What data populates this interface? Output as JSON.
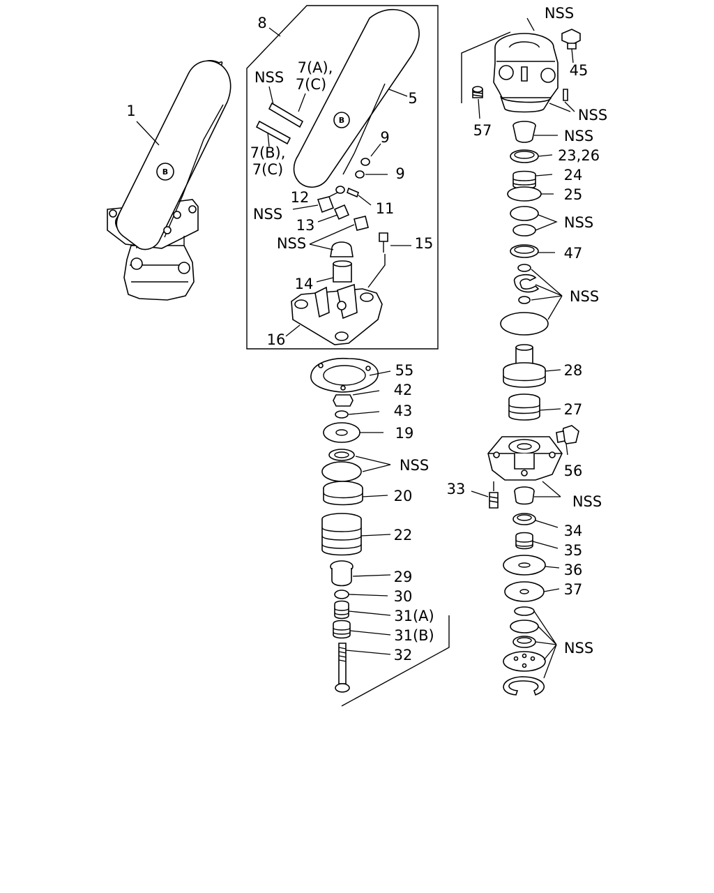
{
  "diagram": {
    "nss": "NSS",
    "pedal_badge": "B",
    "labels": {
      "p1": "1",
      "p5": "5",
      "p7a": "7(A),",
      "p7a_c": "7(C)",
      "p7b": "7(B),",
      "p7b_c": "7(C)",
      "p8": "8",
      "p9a": "9",
      "p9b": "9",
      "p11": "11",
      "p12": "12",
      "p13": "13",
      "p14": "14",
      "p15": "15",
      "p16": "16",
      "p19": "19",
      "p20": "20",
      "p22": "22",
      "p23_26": "23,26",
      "p24": "24",
      "p25": "25",
      "p27": "27",
      "p28": "28",
      "p29": "29",
      "p30": "30",
      "p31a": "31(A)",
      "p31b": "31(B)",
      "p32": "32",
      "p33": "33",
      "p34": "34",
      "p35": "35",
      "p36": "36",
      "p37": "37",
      "p42": "42",
      "p43": "43",
      "p45": "45",
      "p47": "47",
      "p55": "55",
      "p56": "56",
      "p57": "57"
    }
  }
}
